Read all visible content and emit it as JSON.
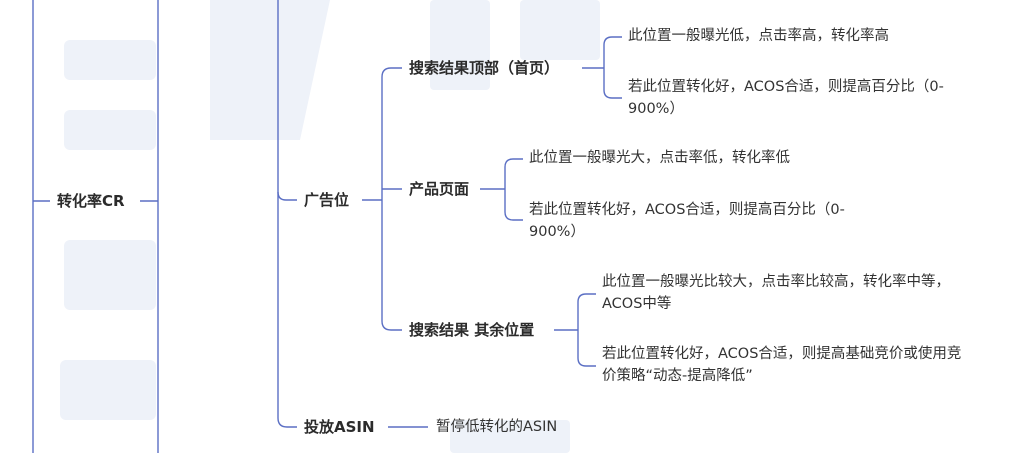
{
  "nodes": {
    "root": "转化率CR",
    "ad_position": "广告位",
    "search_top": "搜索结果顶部（首页）",
    "product_page": "产品页面",
    "search_rest": "搜索结果 其余位置",
    "target_asin": "投放ASIN"
  },
  "leaves": {
    "search_top_1": "此位置一般曝光低，点击率高，转化率高",
    "search_top_2a": "若此位置转化好，ACOS合适，则提高百分比（0-",
    "search_top_2b": "900%）",
    "product_page_1": "此位置一般曝光大，点击率低，转化率低",
    "product_page_2a": "若此位置转化好，ACOS合适，则提高百分比（0-",
    "product_page_2b": "900%）",
    "search_rest_1a": "此位置一般曝光比较大，点击率比较高，转化率中等，",
    "search_rest_1b": "ACOS中等",
    "search_rest_2a": "若此位置转化好，ACOS合适，则提高基础竞价或使用竞",
    "search_rest_2b": "价策略“动态-提高降低”",
    "target_asin_1": "暂停低转化的ASIN"
  },
  "colors": {
    "line": "#5b6fc4",
    "watermark": "#dfe6f4",
    "text": "#2b2b2b"
  }
}
